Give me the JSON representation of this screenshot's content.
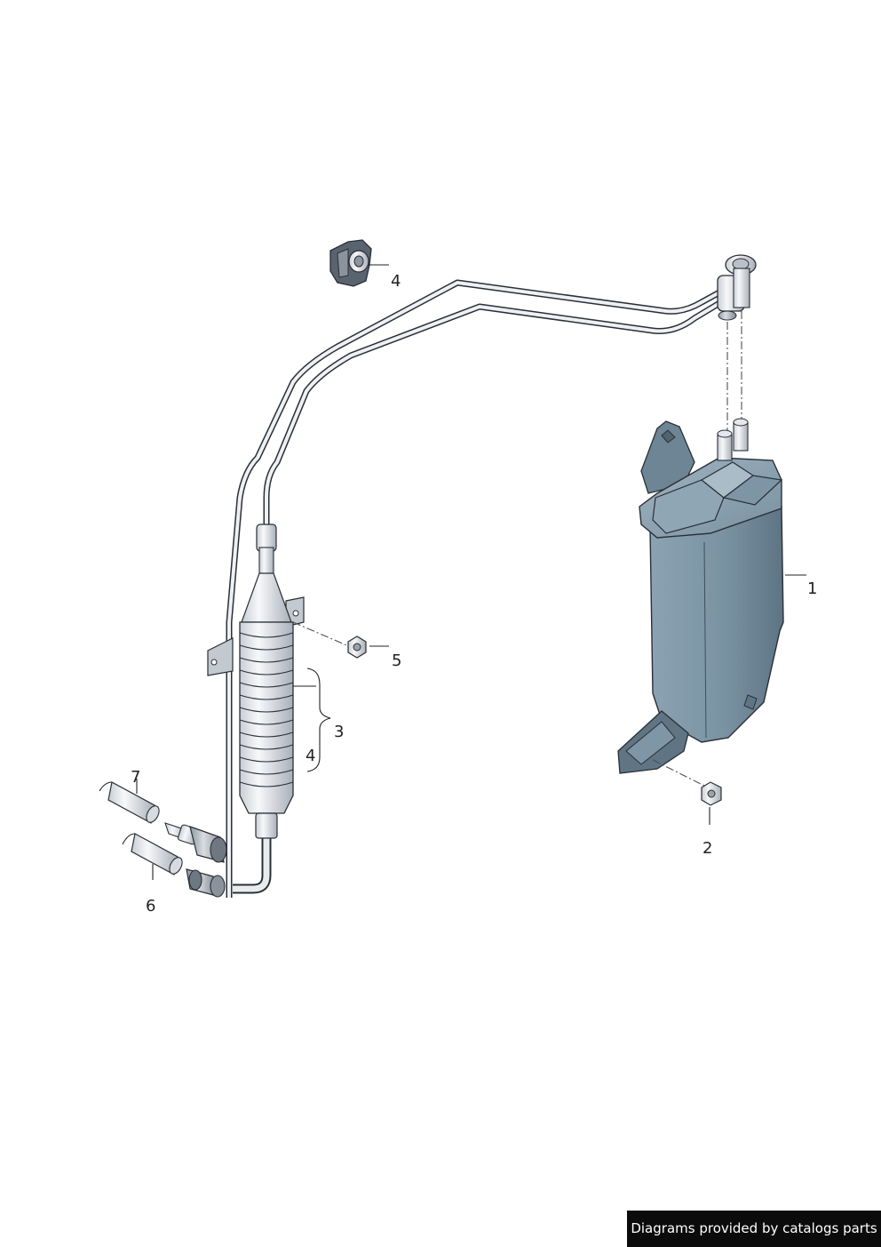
{
  "callouts": {
    "c1": "1",
    "c2": "2",
    "c3": "3",
    "c4_clip": "4",
    "c4_group": "4",
    "c5": "5",
    "c6": "6",
    "c7": "7"
  },
  "footer": {
    "text": "Diagrams provided by catalogs parts"
  },
  "colors": {
    "part_blue": "#7f97a6",
    "part_blue_dark": "#4f6472",
    "metal_light": "#e7eaee",
    "outline": "#2a2f36"
  }
}
